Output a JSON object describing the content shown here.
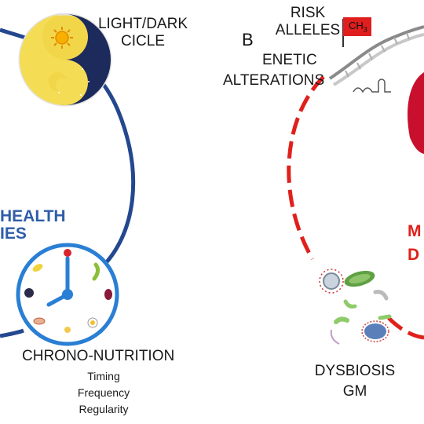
{
  "panel_letter": "B",
  "left": {
    "light_dark_line1": "LIGHT/DARK",
    "light_dark_line2": "CICLE",
    "health_line1": "HEALTH",
    "health_line2": "IES",
    "chrono_title": "CHRONO-NUTRITION",
    "chrono_items": [
      "Timing",
      "Frequency",
      "Regularity"
    ]
  },
  "right": {
    "risk_line1": "RISK",
    "risk_line2": "ALLELES",
    "genetic_line1": "ENETIC",
    "genetic_line2": "ALTERATIONS",
    "methyl_label": "CH",
    "methyl_sub": "3",
    "dysbiosis_line1": "DYSBIOSIS",
    "dysbiosis_line2": "GM",
    "red_line1": "M",
    "red_line2": "D"
  },
  "colors": {
    "health_blue": "#2f5da8",
    "disease_red": "#e0201b",
    "clock_blue": "#2a7fd4",
    "yin_navy": "#1c2a5c",
    "yang_yellow": "#f2d64a"
  }
}
